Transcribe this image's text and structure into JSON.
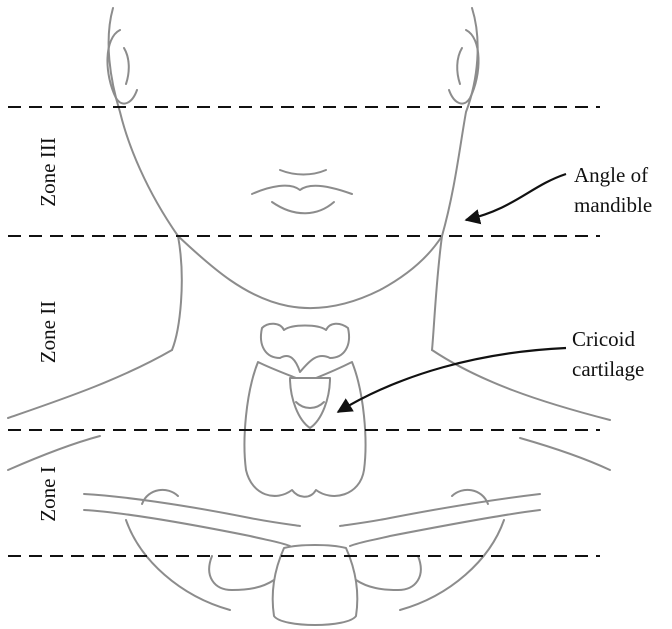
{
  "zones": [
    {
      "label": "Zone III"
    },
    {
      "label": "Zone II"
    },
    {
      "label": "Zone I"
    }
  ],
  "annotations": {
    "angle_of_mandible": {
      "line1": "Angle of",
      "line2": "mandible"
    },
    "cricoid_cartilage": {
      "line1": "Cricoid",
      "line2": "cartilage"
    }
  },
  "colors": {
    "outline": "#8c8c8c",
    "zone_line": "#111111",
    "text": "#111111",
    "background": "#ffffff"
  }
}
